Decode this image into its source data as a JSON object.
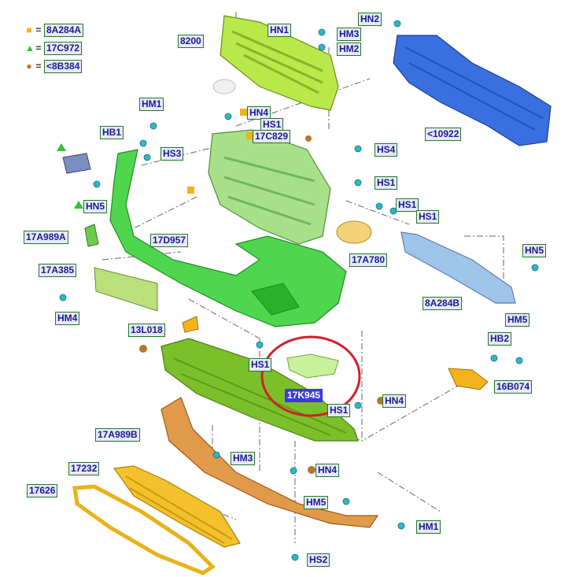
{
  "legend": [
    {
      "symbol": "square",
      "color": "#f2b21a",
      "label": "8A284A"
    },
    {
      "symbol": "triangle",
      "color": "#2ec42e",
      "label": "17C972"
    },
    {
      "symbol": "circle",
      "color": "#b8732d",
      "label": "<8B384"
    }
  ],
  "legend_eq": "=",
  "labels": {
    "l8200": "8200",
    "hn1": "HN1",
    "hm3_top": "HM3",
    "hm2": "HM2",
    "hn2": "HN2",
    "hm1_top": "HM1",
    "hn4_top": "HN4",
    "hs1_a": "HS1",
    "c17c829": "17C829",
    "hb1": "HB1",
    "hs3": "HS3",
    "hs4": "HS4",
    "hs1_b": "HS1",
    "c10922": "<10922",
    "hn5_left": "HN5",
    "hs1_c": "HS1",
    "hs1_d": "HS1",
    "c17a989a": "17A989A",
    "c17d957": "17D957",
    "c17a780": "17A780",
    "hn5_right": "HN5",
    "c17a385": "17A385",
    "c8a284b": "8A284B",
    "hm4_left": "HM4",
    "c13l018": "13L018",
    "hm5_right": "HM5",
    "hb2": "HB2",
    "hs1_e": "HS1",
    "c17k945": "17K945",
    "c16b074": "16B074",
    "hn4_mid": "HN4",
    "hs1_f": "HS1",
    "c17a989b": "17A989B",
    "hm3_low": "HM3",
    "c17232": "17232",
    "hn4_low": "HN4",
    "c17626": "17626",
    "hm5_low": "HM5",
    "hm1_low": "HM1",
    "hs2": "HS2"
  },
  "colors": {
    "grille": "#b8e84a",
    "fascia": "#4fd64f",
    "bracket": "#a8e08a",
    "carrier": "#c7f19a",
    "reinf_blue": "#3a6fe0",
    "absorber": "#9ec4ea",
    "deflector": "#7bbf2a",
    "skid": "#e09a4a",
    "lower_grille": "#f3c12b",
    "highlight_ring": "#d0202a"
  },
  "icons": [
    "legend-square-icon",
    "legend-triangle-icon",
    "legend-circle-icon",
    "fastener-icon"
  ]
}
